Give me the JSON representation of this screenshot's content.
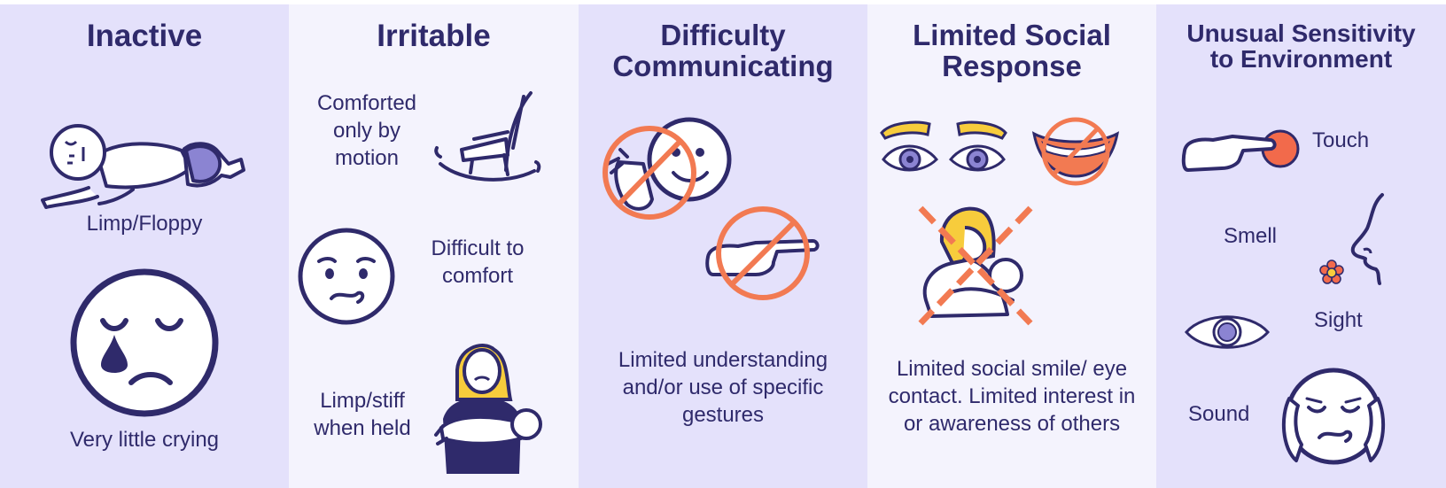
{
  "colors": {
    "panel_dark": "#e4e1fb",
    "panel_light": "#f4f3fd",
    "ink": "#2f2a6b",
    "accent_purple": "#8b84d2",
    "hair_yellow": "#f7cc3c",
    "no_symbol_orange": "#f27a52",
    "touch_button_red": "#f26a4b"
  },
  "panels": [
    {
      "title": "Inactive",
      "items": [
        {
          "caption": "Limp/Floppy",
          "icon": "limp-baby-icon"
        },
        {
          "caption": "Very little crying",
          "icon": "crying-face-icon"
        }
      ]
    },
    {
      "title": "Irritable",
      "items": [
        {
          "caption": "Comforted only by motion",
          "icon": "rocking-chair-icon"
        },
        {
          "caption": "Difficult to comfort",
          "icon": "worried-face-icon"
        },
        {
          "caption": "Limp/stiff when held",
          "icon": "parent-holding-baby-icon"
        }
      ]
    },
    {
      "title": "Difficulty Communicating",
      "caption": "Limited understanding and/or use of specific gestures",
      "icons": [
        "waving-no-icon",
        "pointing-no-icon"
      ]
    },
    {
      "title": "Limited Social Response",
      "caption": "Limited social smile/ eye contact. Limited interest in or awareness of others",
      "icons": [
        "eyes-icon",
        "smile-no-icon",
        "parent-baby-no-icon"
      ]
    },
    {
      "title": "Unusual Sensitivity to Environment",
      "items": [
        {
          "caption": "Touch",
          "icon": "finger-touch-icon"
        },
        {
          "caption": "Smell",
          "icon": "nose-flower-icon"
        },
        {
          "caption": "Sight",
          "icon": "eye-icon"
        },
        {
          "caption": "Sound",
          "icon": "covering-ears-icon"
        }
      ]
    }
  ]
}
